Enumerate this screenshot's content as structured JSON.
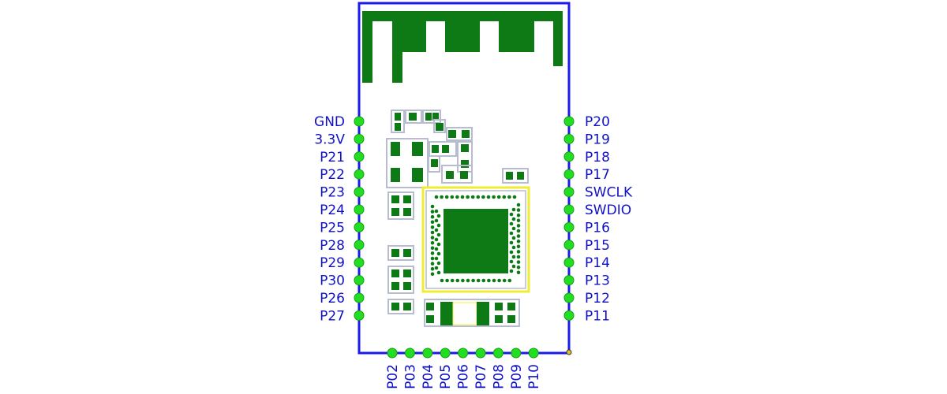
{
  "colors": {
    "outline": "#1a1aee",
    "copper": "#0d7a16",
    "pad_ring": "#b8bcd0",
    "pin": "#22dd22",
    "pin_stroke": "#0fa00f",
    "chip_frame": "#f0ec30",
    "label": "#1010c8"
  },
  "pins": {
    "left": [
      "GND",
      "3.3V",
      "P21",
      "P22",
      "P23",
      "P24",
      "P25",
      "P28",
      "P29",
      "P30",
      "P26",
      "P27"
    ],
    "right": [
      "P20",
      "P19",
      "P18",
      "P17",
      "SWCLK",
      "SWDIO",
      "P16",
      "P15",
      "P14",
      "P13",
      "P12",
      "P11"
    ],
    "bottom": [
      "P02",
      "P03",
      "P04",
      "P05",
      "P06",
      "P07",
      "P08",
      "P09",
      "P10"
    ]
  }
}
